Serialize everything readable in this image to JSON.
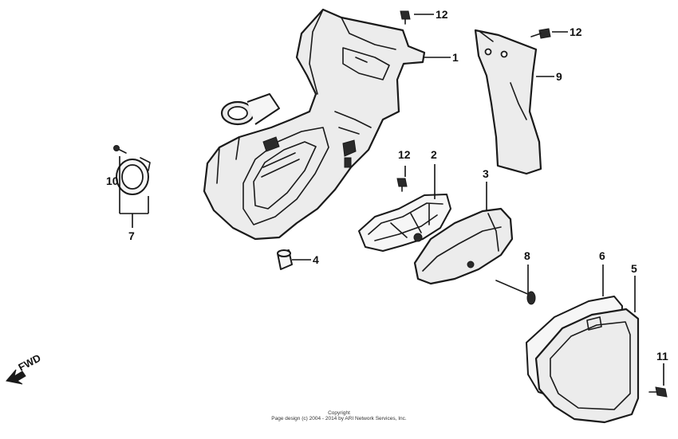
{
  "callouts": {
    "c1": "1",
    "c2": "2",
    "c3": "3",
    "c4": "4",
    "c5": "5",
    "c6": "6",
    "c7": "7",
    "c8": "8",
    "c9": "9",
    "c10": "10",
    "c11": "11",
    "c12_top": "12",
    "c12_right": "12",
    "c12_mid": "12"
  },
  "direction_label": "FWD",
  "footer": {
    "line1": "Copyright",
    "line2": "Page design (c) 2004 - 2014 by ARI Network Services, Inc."
  }
}
